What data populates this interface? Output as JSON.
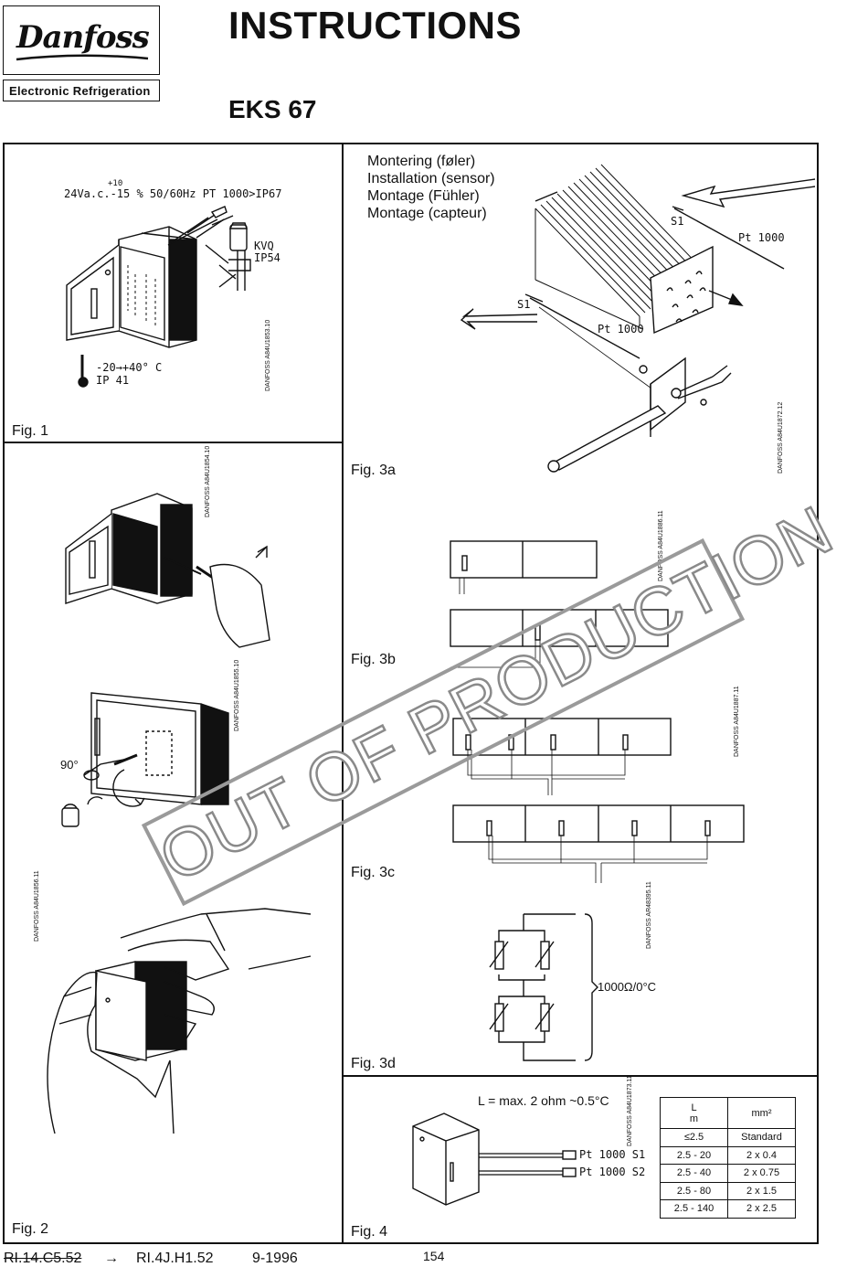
{
  "header": {
    "brand": "Danfoss",
    "division": "Electronic Refrigeration",
    "title": "INSTRUCTIONS",
    "model": "EKS 67"
  },
  "fig1": {
    "label": "Fig. 1",
    "supply_tolerance_top": "+10",
    "supply_line": "24Va.c.-15 % 50/60Hz PT 1000>IP67",
    "valve_name": "KVQ",
    "valve_ip": "IP54",
    "temp_range": "-20→+40° C",
    "ip_rating": "IP 41",
    "code": "DANFOSS A84U1853.10"
  },
  "fig2": {
    "label": "Fig. 2",
    "rotation": "90°",
    "code_a": "DANFOSS A84U1854.10",
    "code_b": "DANFOSS A84U1855.10",
    "code_c": "DANFOSS A84U1856.11"
  },
  "fig3a": {
    "label": "Fig. 3a",
    "install_lines": [
      "Montering (føler)",
      "Installation (sensor)",
      "Montage (Fühler)",
      "Montage (capteur)"
    ],
    "sensor_top": "S1",
    "sensor_top_type": "Pt 1000",
    "sensor_bottom": "S1",
    "sensor_bottom_type": "Pt 1000",
    "code": "DANFOSS A84U1872.12"
  },
  "fig3b": {
    "label": "Fig. 3b",
    "code": "DANFOSS A84U1886.11"
  },
  "fig3c": {
    "label": "Fig. 3c",
    "code": "DANFOSS A84U1887.11"
  },
  "fig3d": {
    "label": "Fig. 3d",
    "resistance": "1000Ω/0°C",
    "code": "DANFOSS AR48395.11"
  },
  "fig4": {
    "label": "Fig. 4",
    "cable_note": "L = max. 2 ohm ~0.5°C",
    "probe_1": "Pt 1000 S1",
    "probe_2": "Pt 1000 S2",
    "code": "DANFOSS A84U1873.11",
    "table": {
      "col1_header_top": "L",
      "col1_header_bottom": "m",
      "col2_header": "mm²",
      "rows": [
        [
          "≤2.5",
          "Standard"
        ],
        [
          "2.5 - 20",
          "2 x 0.4"
        ],
        [
          "2.5 - 40",
          "2 x 0.75"
        ],
        [
          "2.5 - 80",
          "2 x 1.5"
        ],
        [
          "2.5 - 140",
          "2 x 2.5"
        ]
      ]
    }
  },
  "watermark": "OUT OF PRODUCTION",
  "footer": {
    "old_ref": "RI.14.C5.52",
    "arrow": "→",
    "new_ref": "RI.4J.H1.52",
    "date": "9-1996",
    "page": "154"
  }
}
